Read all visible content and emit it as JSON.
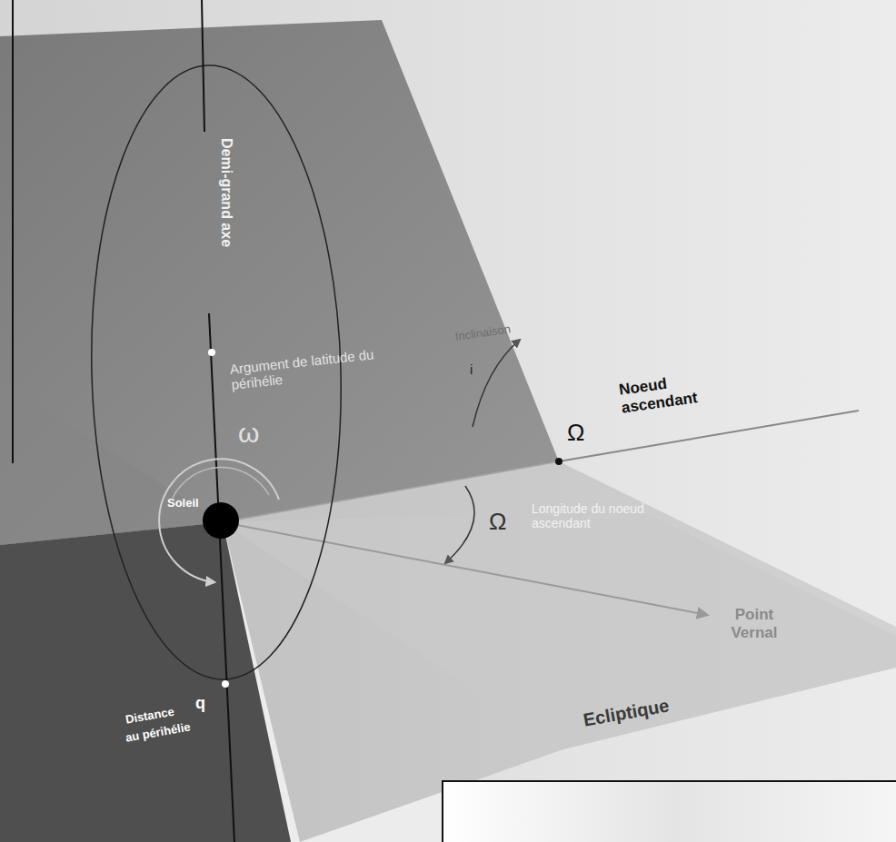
{
  "diagram": {
    "labels": [
      "Demi-grand axe",
      "Argument de latitude du périhélie",
      "ω",
      "Soleil",
      "Inclinaison",
      "i",
      "Noeud ascendant",
      "Ω",
      "Ω",
      "Longitude du noeud ascendant",
      "Point Vernal",
      "Ecliptique",
      "Distance",
      "q",
      "au périhélie"
    ]
  }
}
